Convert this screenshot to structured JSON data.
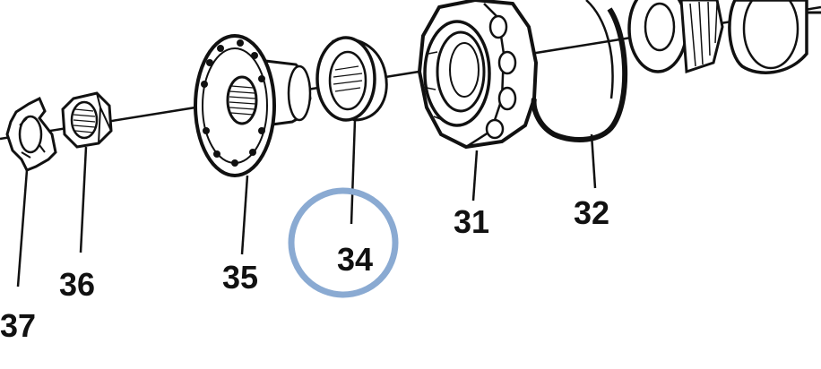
{
  "diagram": {
    "parts": [
      {
        "id": "31",
        "label": "31"
      },
      {
        "id": "32",
        "label": "32"
      },
      {
        "id": "34",
        "label": "34"
      },
      {
        "id": "35",
        "label": "35"
      },
      {
        "id": "36",
        "label": "36"
      },
      {
        "id": "37",
        "label": "37"
      }
    ],
    "highlight": {
      "part": "34",
      "color": "#8aaad2"
    },
    "colors": {
      "ink": "#111111",
      "paper": "#ffffff"
    }
  }
}
